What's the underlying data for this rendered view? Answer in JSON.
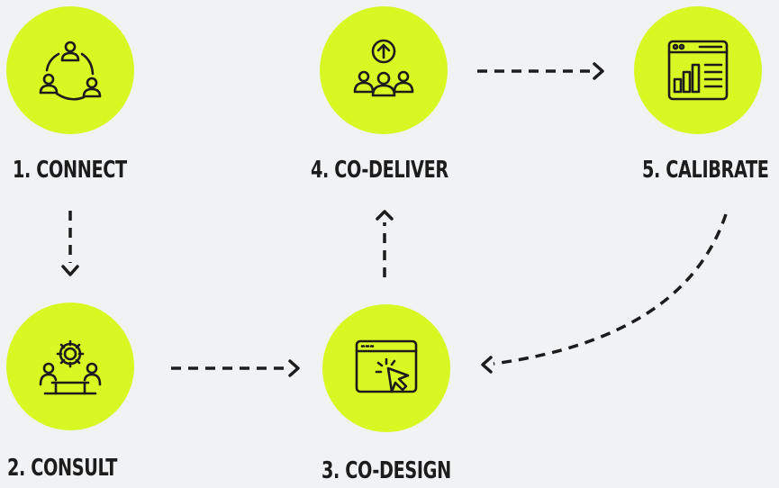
{
  "colors": {
    "accent": "#d8f823",
    "ink": "#1c1c1c",
    "background": "#f1f2f4"
  },
  "steps": [
    {
      "label": "1. CONNECT",
      "icon": "people-network-icon"
    },
    {
      "label": "2. CONSULT",
      "icon": "meeting-gear-icon"
    },
    {
      "label": "3. CO-DESIGN",
      "icon": "browser-cursor-click-icon"
    },
    {
      "label": "4. CO-DELIVER",
      "icon": "team-upload-icon"
    },
    {
      "label": "5. CALIBRATE",
      "icon": "dashboard-bar-chart-icon"
    }
  ]
}
